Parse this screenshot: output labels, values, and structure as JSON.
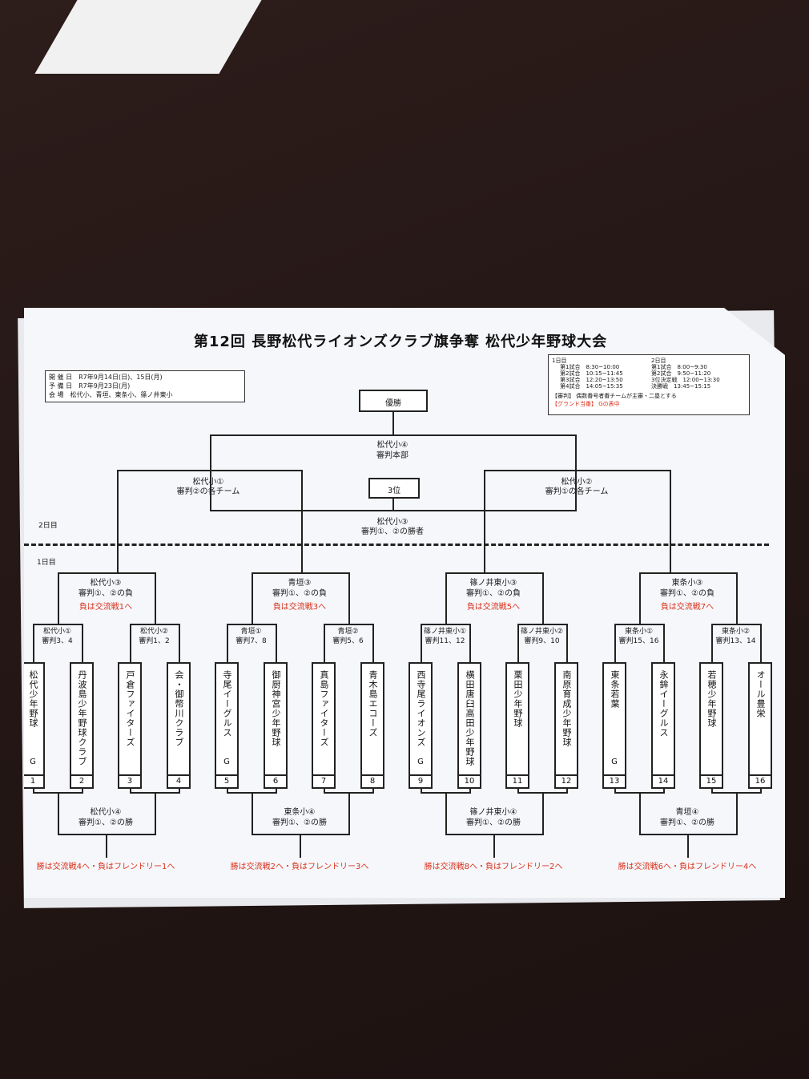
{
  "title": "第12回 長野松代ライオンズクラブ旗争奪 松代少年野球大会",
  "info": {
    "rows": [
      {
        "label": "開 催 日",
        "value": "R7年9月14日(日)、15日(月)"
      },
      {
        "label": "予 備 日",
        "value": "R7年9月23日(月)"
      },
      {
        "label": "会 場",
        "value": "松代小、青垣、東条小、篠ノ井東小"
      }
    ]
  },
  "schedule": {
    "day1_label": "1日目",
    "day1": [
      {
        "game": "第1試合",
        "time": "8:30~10:00"
      },
      {
        "game": "第2試合",
        "time": "10:15~11:45"
      },
      {
        "game": "第3試合",
        "time": "12:20~13:50"
      },
      {
        "game": "第4試合",
        "time": "14:05~15:35"
      }
    ],
    "day2_label": "2日目",
    "day2": [
      {
        "game": "第1試合",
        "time": "8:00~9:30"
      },
      {
        "game": "第2試合",
        "time": "9:50~11:20"
      },
      {
        "game": "3位決定戦",
        "time": "12:00~13:30"
      },
      {
        "game": "決勝戦",
        "time": "13:45~15:15"
      }
    ],
    "note1": "【審判】 偶数番号者番チームが主審・二塁とする",
    "note2": "【グランド当番】 Gの表中"
  },
  "day2_label": "2日目",
  "day1_label": "1日目",
  "final": {
    "label": "優勝",
    "venue": "松代小④",
    "umpire": "審判本部"
  },
  "third": {
    "label": "3位",
    "venue": "松代小③",
    "umpire": "審判①、②の勝者"
  },
  "semi_left": {
    "venue": "松代小①",
    "umpire": "審判②の各チーム"
  },
  "semi_right": {
    "venue": "松代小②",
    "umpire": "審判①の各チーム"
  },
  "r2": [
    {
      "venue": "松代小③",
      "umpire": "審判①、②の負",
      "note": "負は交流戦1へ"
    },
    {
      "venue": "青垣③",
      "umpire": "審判①、②の負",
      "note": "負は交流戦3へ"
    },
    {
      "venue": "篠ノ井東小③",
      "umpire": "審判①、②の負",
      "note": "負は交流戦5へ"
    },
    {
      "venue": "東条小③",
      "umpire": "審判①、②の負",
      "note": "負は交流戦7へ"
    }
  ],
  "r1": [
    {
      "venue": "松代小①",
      "umpire": "審判3、4"
    },
    {
      "venue": "松代小②",
      "umpire": "審判1、2"
    },
    {
      "venue": "青垣①",
      "umpire": "審判7、8"
    },
    {
      "venue": "青垣②",
      "umpire": "審判5、6"
    },
    {
      "venue": "篠ノ井東小①",
      "umpire": "審判11、12"
    },
    {
      "venue": "篠ノ井東小②",
      "umpire": "審判9、10"
    },
    {
      "venue": "東条小①",
      "umpire": "審判15、16"
    },
    {
      "venue": "東条小②",
      "umpire": "審判13、14"
    }
  ],
  "teams": [
    {
      "name": "松代少年野球",
      "num": "1",
      "g": "G"
    },
    {
      "name": "丹波島少年野球クラブ",
      "num": "2",
      "g": ""
    },
    {
      "name": "戸倉ファイターズ",
      "num": "3",
      "g": ""
    },
    {
      "name": "会・御幣川クラブ",
      "num": "4",
      "g": ""
    },
    {
      "name": "寺尾イーグルス",
      "num": "5",
      "g": "G"
    },
    {
      "name": "御厨神宮少年野球",
      "num": "6",
      "g": ""
    },
    {
      "name": "真島ファイターズ",
      "num": "7",
      "g": ""
    },
    {
      "name": "青木島エコーズ",
      "num": "8",
      "g": ""
    },
    {
      "name": "西寺尾ライオンズ",
      "num": "9",
      "g": "G"
    },
    {
      "name": "横田唐臼高田少年野球",
      "num": "10",
      "g": ""
    },
    {
      "name": "栗田少年野球",
      "num": "11",
      "g": ""
    },
    {
      "name": "南原育成少年野球",
      "num": "12",
      "g": ""
    },
    {
      "name": "東条若葉",
      "num": "13",
      "g": "G"
    },
    {
      "name": "永鉾イーグルス",
      "num": "14",
      "g": ""
    },
    {
      "name": "若穂少年野球",
      "num": "15",
      "g": ""
    },
    {
      "name": "オール豊栄",
      "num": "16",
      "g": ""
    }
  ],
  "bottom": [
    {
      "venue": "松代小④",
      "umpire": "審判①、②の勝",
      "note": "勝は交流戦4へ・負はフレンドリー1へ"
    },
    {
      "venue": "東条小④",
      "umpire": "審判①、②の勝",
      "note": "勝は交流戦2へ・負はフレンドリー3へ"
    },
    {
      "venue": "篠ノ井東小④",
      "umpire": "審判①、②の勝",
      "note": "勝は交流戦8へ・負はフレンドリー2へ"
    },
    {
      "venue": "青垣④",
      "umpire": "審判①、②の勝",
      "note": "勝は交流戦6へ・負はフレンドリー4へ"
    }
  ]
}
